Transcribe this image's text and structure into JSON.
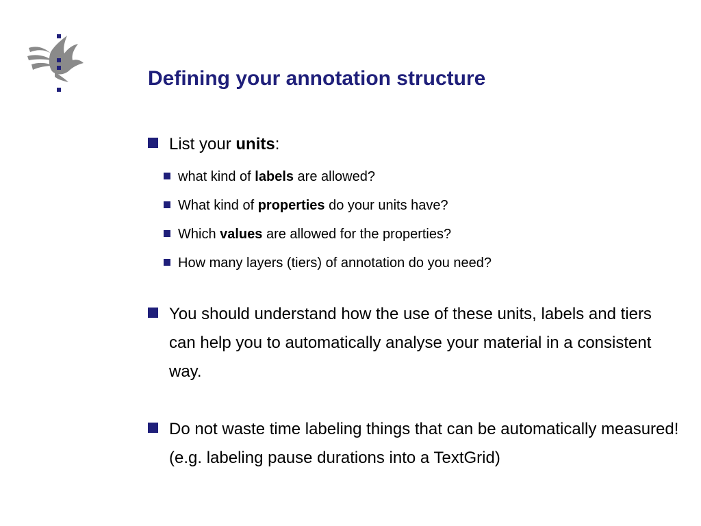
{
  "slide": {
    "title": "Defining your annotation structure",
    "accent_color": "#1f1f7a",
    "logo_icon": "university-flame-logo-icon",
    "bullets": [
      {
        "pre": "List your ",
        "bold": "units",
        "post": ":",
        "sub_items": [
          {
            "pre": "what kind of ",
            "bold": "labels",
            "post": " are allowed?"
          },
          {
            "pre": "What kind of ",
            "bold": "properties",
            "post": " do your units have?"
          },
          {
            "pre": "Which ",
            "bold": "values",
            "post": " are allowed for the properties?"
          },
          {
            "text": "How many layers (tiers) of annotation do you need?"
          }
        ]
      },
      {
        "text": " You should understand how the use of these units, labels and tiers can help you to automatically analyse your material in a consistent way."
      },
      {
        "text": "Do not waste time labeling things that can be automatically measured! (e.g. labeling pause durations into a TextGrid)"
      }
    ]
  }
}
